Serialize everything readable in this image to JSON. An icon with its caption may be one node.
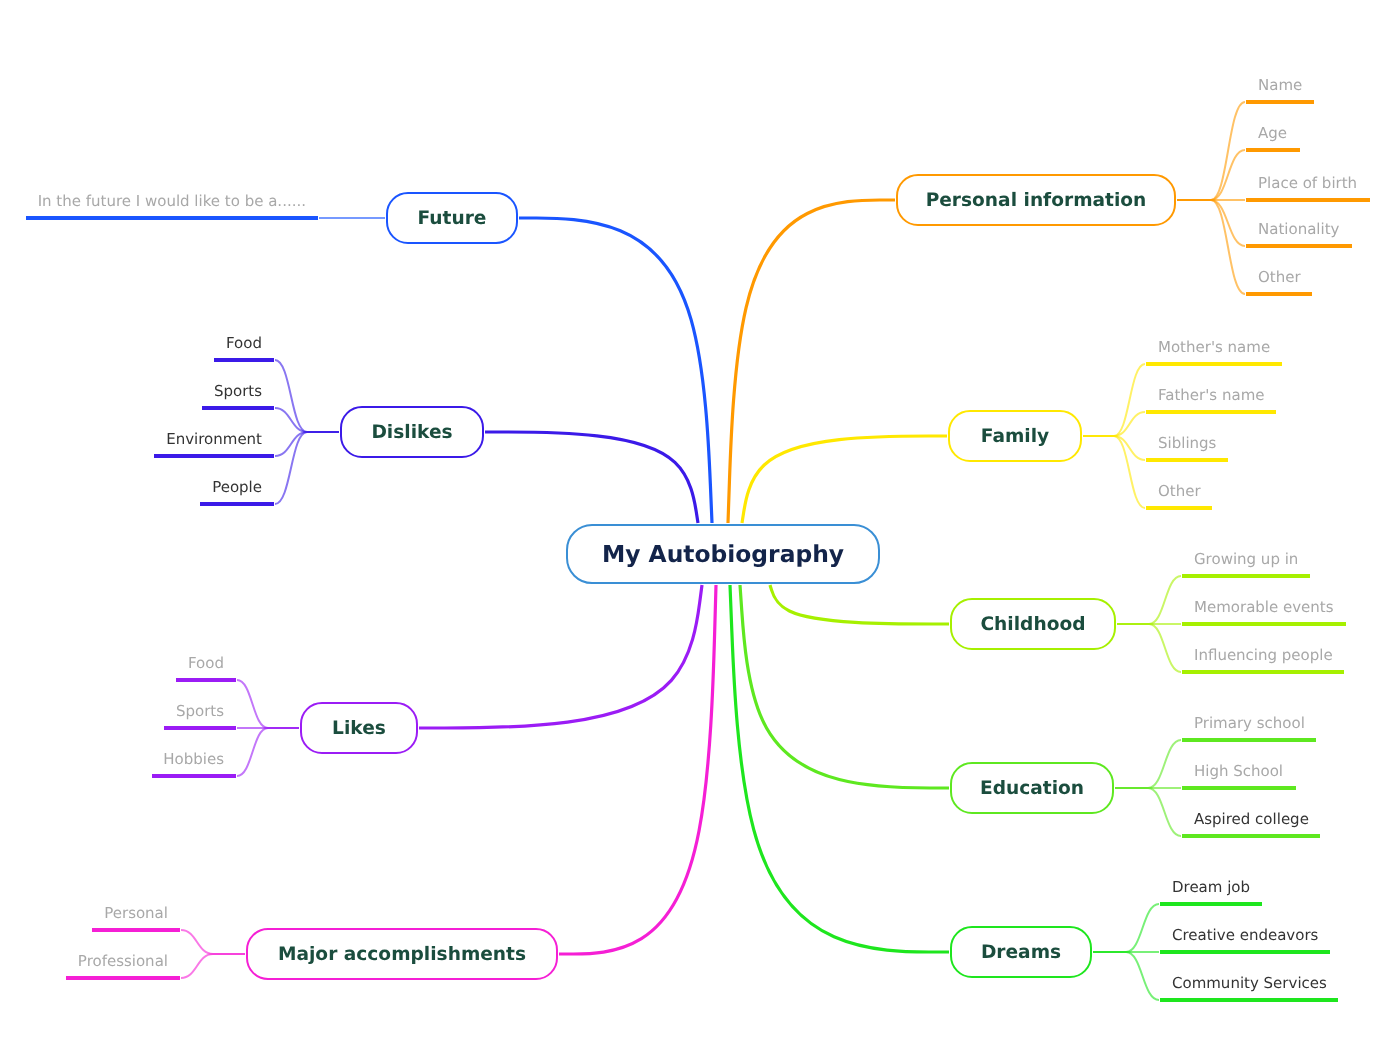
{
  "diagram": {
    "nodes": [
      {
        "text": [
          "My Autobiography"
        ]
      },
      {
        "text": [
          "Personal information"
        ]
      },
      {
        "text": [
          "Name"
        ]
      },
      {
        "text": [
          "Age"
        ]
      },
      {
        "text": [
          "Place of birth"
        ]
      },
      {
        "text": [
          "Nationality"
        ]
      },
      {
        "text": [
          "Other"
        ]
      },
      {
        "text": [
          "Family"
        ]
      },
      {
        "text": [
          "Mother's name"
        ]
      },
      {
        "text": [
          "Father's name"
        ]
      },
      {
        "text": [
          "Siblings"
        ]
      },
      {
        "text": [
          "Other"
        ]
      },
      {
        "text": [
          "Childhood"
        ]
      },
      {
        "text": [
          "Growing up in"
        ]
      },
      {
        "text": [
          "Memorable events"
        ]
      },
      {
        "text": [
          "Influencing people"
        ]
      },
      {
        "text": [
          "Education"
        ]
      },
      {
        "text": [
          "Primary school"
        ]
      },
      {
        "text": [
          "High School"
        ]
      },
      {
        "text": [
          "Aspired college"
        ]
      },
      {
        "text": [
          "Dreams"
        ]
      },
      {
        "text": [
          "Dream job"
        ]
      },
      {
        "text": [
          "Creative endeavors"
        ]
      },
      {
        "text": [
          "Community Services"
        ]
      },
      {
        "text": [
          "Future"
        ]
      },
      {
        "text": [
          "In the future I would like to be a......"
        ]
      },
      {
        "text": [
          "Dislikes"
        ]
      },
      {
        "text": [
          "Food"
        ]
      },
      {
        "text": [
          "Sports"
        ]
      },
      {
        "text": [
          "Environment"
        ]
      },
      {
        "text": [
          "People"
        ]
      },
      {
        "text": [
          "Likes"
        ]
      },
      {
        "text": [
          "Food"
        ]
      },
      {
        "text": [
          "Sports"
        ]
      },
      {
        "text": [
          "Hobbies"
        ]
      },
      {
        "text": [
          "Major accomplishments"
        ]
      },
      {
        "text": [
          "Personal"
        ]
      },
      {
        "text": [
          "Professional"
        ]
      }
    ],
    "edges": [
      {
        "from": 0,
        "to": 1,
        "arrow": "none",
        "color": "#ff9900"
      },
      {
        "from": 1,
        "to": 2,
        "arrow": "none",
        "color": "#ff9900"
      },
      {
        "from": 1,
        "to": 3,
        "arrow": "none",
        "color": "#ff9900"
      },
      {
        "from": 1,
        "to": 4,
        "arrow": "none",
        "color": "#ff9900"
      },
      {
        "from": 1,
        "to": 5,
        "arrow": "none",
        "color": "#ff9900"
      },
      {
        "from": 1,
        "to": 6,
        "arrow": "none",
        "color": "#ff9900"
      },
      {
        "from": 0,
        "to": 7,
        "arrow": "none",
        "color": "#ffe800"
      },
      {
        "from": 7,
        "to": 8,
        "arrow": "none",
        "color": "#ffe800"
      },
      {
        "from": 7,
        "to": 9,
        "arrow": "none",
        "color": "#ffe800"
      },
      {
        "from": 7,
        "to": 10,
        "arrow": "none",
        "color": "#ffe800"
      },
      {
        "from": 7,
        "to": 11,
        "arrow": "none",
        "color": "#ffe800"
      },
      {
        "from": 0,
        "to": 12,
        "arrow": "none",
        "color": "#a6f000"
      },
      {
        "from": 12,
        "to": 13,
        "arrow": "none",
        "color": "#a6f000"
      },
      {
        "from": 12,
        "to": 14,
        "arrow": "none",
        "color": "#a6f000"
      },
      {
        "from": 12,
        "to": 15,
        "arrow": "none",
        "color": "#a6f000"
      },
      {
        "from": 0,
        "to": 16,
        "arrow": "none",
        "color": "#5ee820"
      },
      {
        "from": 16,
        "to": 17,
        "arrow": "none",
        "color": "#5ee820"
      },
      {
        "from": 16,
        "to": 18,
        "arrow": "none",
        "color": "#5ee820"
      },
      {
        "from": 16,
        "to": 19,
        "arrow": "none",
        "color": "#5ee820"
      },
      {
        "from": 0,
        "to": 20,
        "arrow": "none",
        "color": "#1ee61e"
      },
      {
        "from": 20,
        "to": 21,
        "arrow": "none",
        "color": "#1ee61e"
      },
      {
        "from": 20,
        "to": 22,
        "arrow": "none",
        "color": "#1ee61e"
      },
      {
        "from": 20,
        "to": 23,
        "arrow": "none",
        "color": "#1ee61e"
      },
      {
        "from": 0,
        "to": 24,
        "arrow": "none",
        "color": "#1a55ff"
      },
      {
        "from": 24,
        "to": 25,
        "arrow": "none",
        "color": "#1a55ff"
      },
      {
        "from": 0,
        "to": 26,
        "arrow": "none",
        "color": "#3b1ae8"
      },
      {
        "from": 26,
        "to": 27,
        "arrow": "none",
        "color": "#3b1ae8"
      },
      {
        "from": 26,
        "to": 28,
        "arrow": "none",
        "color": "#3b1ae8"
      },
      {
        "from": 26,
        "to": 29,
        "arrow": "none",
        "color": "#3b1ae8"
      },
      {
        "from": 26,
        "to": 30,
        "arrow": "none",
        "color": "#3b1ae8"
      },
      {
        "from": 0,
        "to": 31,
        "arrow": "none",
        "color": "#9b1cf5"
      },
      {
        "from": 31,
        "to": 32,
        "arrow": "none",
        "color": "#9b1cf5"
      },
      {
        "from": 31,
        "to": 33,
        "arrow": "none",
        "color": "#9b1cf5"
      },
      {
        "from": 31,
        "to": 34,
        "arrow": "none",
        "color": "#9b1cf5"
      },
      {
        "from": 0,
        "to": 35,
        "arrow": "none",
        "color": "#f51fd5"
      },
      {
        "from": 35,
        "to": 36,
        "arrow": "none",
        "color": "#f51fd5"
      },
      {
        "from": 35,
        "to": 37,
        "arrow": "none",
        "color": "#f51fd5"
      }
    ]
  }
}
